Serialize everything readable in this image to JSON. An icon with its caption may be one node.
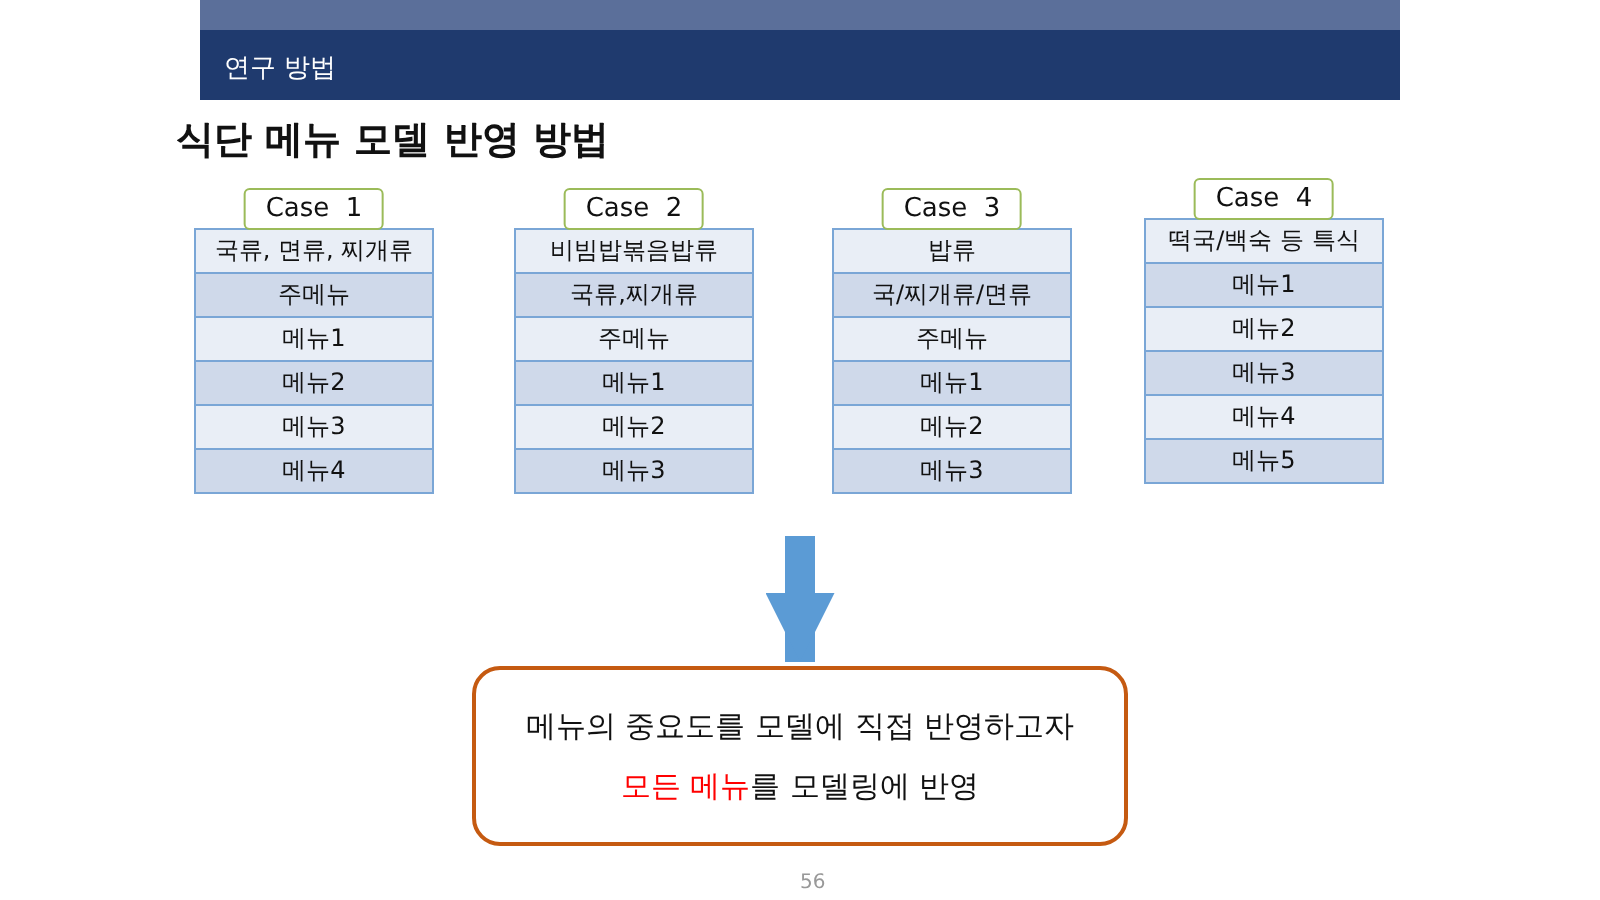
{
  "diagram": {
    "title": "식단 메뉴 모델 반영 방법",
    "nodes": [
      {
        "text": [
          "Case  1",
          "국류, 면류, 찌개류",
          "주메뉴",
          "메뉴1",
          "메뉴2",
          "메뉴3",
          "메뉴4"
        ]
      },
      {
        "text": [
          "Case  2",
          "비빔밥볶음밥류",
          "국류,찌개류",
          "주메뉴",
          "메뉴1",
          "메뉴2",
          "메뉴3"
        ]
      },
      {
        "text": [
          "Case  3",
          "밥류",
          "국/찌개류/면류",
          "주메뉴",
          "메뉴1",
          "메뉴2",
          "메뉴3"
        ]
      },
      {
        "text": [
          "Case  4",
          "떡국/백숙 등 특식",
          "메뉴1",
          "메뉴2",
          "메뉴3",
          "메뉴4",
          "메뉴5"
        ]
      },
      {
        "text": [
          "메뉴의 중요도를 모델에 직접 반영하고자 **모든 메뉴**를 모델링에 반영"
        ]
      }
    ],
    "edges": [
      {
        "from": null,
        "to": 4,
        "arrow": "to"
      }
    ],
    "labels": [
      "연구 방법",
      "56"
    ]
  }
}
